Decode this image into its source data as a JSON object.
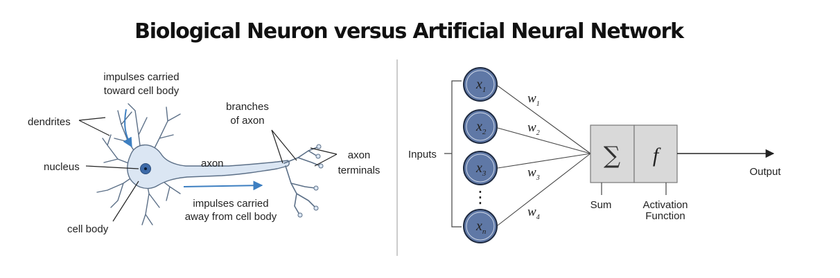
{
  "title": "Biological Neuron versus Artificial Neural Network",
  "neuron": {
    "impulses_toward_1": "impulses carried",
    "impulses_toward_2": "toward cell body",
    "dendrites": "dendrites",
    "nucleus": "nucleus",
    "cell_body": "cell body",
    "axon": "axon",
    "branches_1": "branches",
    "branches_2": "of axon",
    "terminals_1": "axon",
    "terminals_2": "terminals",
    "impulses_away_1": "impulses carried",
    "impulses_away_2": "away from cell body"
  },
  "ann": {
    "inputs_label": "Inputs",
    "inputs": [
      {
        "symbol": "x",
        "sub": "1"
      },
      {
        "symbol": "x",
        "sub": "2"
      },
      {
        "symbol": "x",
        "sub": "3"
      },
      {
        "symbol": "x",
        "sub": "n"
      }
    ],
    "ellipsis": "⋮",
    "weights": [
      {
        "symbol": "w",
        "sub": "1"
      },
      {
        "symbol": "w",
        "sub": "2"
      },
      {
        "symbol": "w",
        "sub": "3"
      },
      {
        "symbol": "w",
        "sub": "4"
      }
    ],
    "sum_symbol": "∑",
    "activation_symbol": "f",
    "sum_label": "Sum",
    "activation_label_1": "Activation",
    "activation_label_2": "Function",
    "output_label": "Output"
  },
  "colors": {
    "neuron_fill": "#dbe6f3",
    "neuron_stroke": "#5b6f87",
    "arrow_blue": "#3d7fc1",
    "node_fill": "#5f78a6",
    "box_fill": "#d9d9d9"
  }
}
